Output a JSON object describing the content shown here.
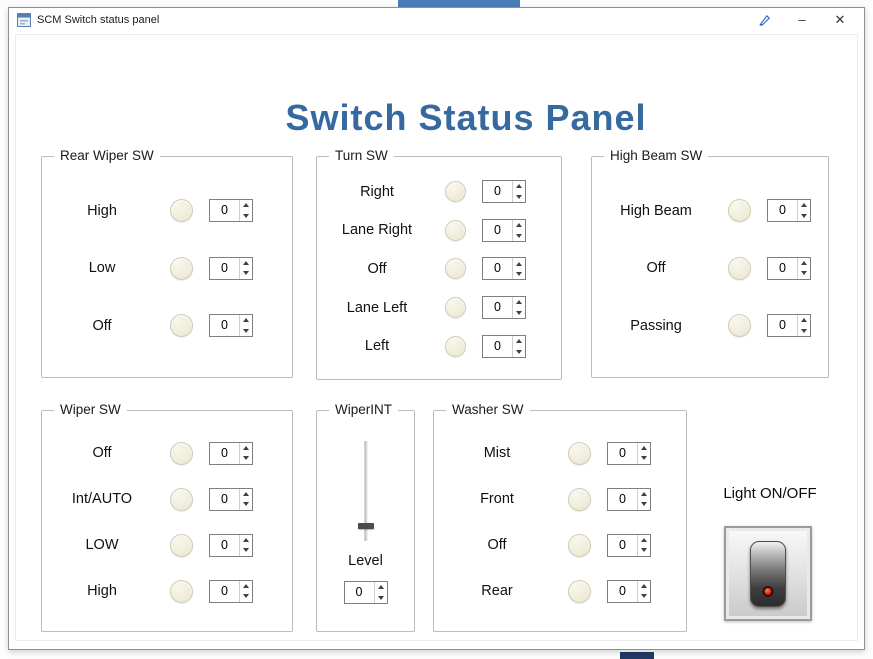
{
  "window": {
    "title": "SCM Switch status panel",
    "minimize_label": "–",
    "close_label": "✕"
  },
  "heading": "Switch Status Panel",
  "groups": {
    "rear_wiper": {
      "title": "Rear Wiper SW",
      "rows": [
        {
          "label": "High",
          "value": "0"
        },
        {
          "label": "Low",
          "value": "0"
        },
        {
          "label": "Off",
          "value": "0"
        }
      ]
    },
    "turn": {
      "title": "Turn SW",
      "rows": [
        {
          "label": "Right",
          "value": "0"
        },
        {
          "label": "Lane Right",
          "value": "0"
        },
        {
          "label": "Off",
          "value": "0"
        },
        {
          "label": "Lane Left",
          "value": "0"
        },
        {
          "label": "Left",
          "value": "0"
        }
      ]
    },
    "high_beam": {
      "title": "High Beam SW",
      "rows": [
        {
          "label": "High Beam",
          "value": "0"
        },
        {
          "label": "Off",
          "value": "0"
        },
        {
          "label": "Passing",
          "value": "0"
        }
      ]
    },
    "wiper": {
      "title": "Wiper SW",
      "rows": [
        {
          "label": "Off",
          "value": "0"
        },
        {
          "label": "Int/AUTO",
          "value": "0"
        },
        {
          "label": "LOW",
          "value": "0"
        },
        {
          "label": "High",
          "value": "0"
        }
      ]
    },
    "wiper_int": {
      "title": "WiperINT",
      "level_label": "Level",
      "value": "0"
    },
    "washer": {
      "title": "Washer SW",
      "rows": [
        {
          "label": "Mist",
          "value": "0"
        },
        {
          "label": "Front",
          "value": "0"
        },
        {
          "label": "Off",
          "value": "0"
        },
        {
          "label": "Rear",
          "value": "0"
        }
      ]
    }
  },
  "light": {
    "label": "Light ON/OFF"
  },
  "colors": {
    "heading": "#35699f",
    "indicator_off": "#ece8d2",
    "led_red": "#d62110"
  }
}
